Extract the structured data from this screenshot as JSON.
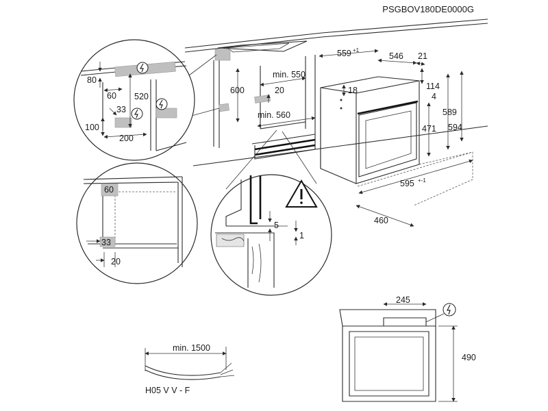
{
  "product_code": "PSGBOV180DE0000G",
  "dimensions": {
    "w559": "559",
    "w559_tol": "+1",
    "d546": "546",
    "d21": "21",
    "h114": "114",
    "h4": "4",
    "h18": "18",
    "h471": "471",
    "h589": "589",
    "h594": "594",
    "w595": "595",
    "w595_tol": "+-1",
    "d460": "460",
    "min550": "min. 550",
    "min560": "min. 560",
    "c600": "600",
    "c20": "20"
  },
  "detail_socket": {
    "d80": "80",
    "d60": "60",
    "d520": "520",
    "d33": "33",
    "d100": "100",
    "d200": "200"
  },
  "detail_vent": {
    "d60": "60",
    "d33": "33",
    "d20": "20"
  },
  "detail_gap": {
    "d5": "5",
    "d1": "1"
  },
  "cable": {
    "length": "min. 1500",
    "type": "H05 V V - F"
  },
  "side_view": {
    "d245": "245",
    "d490": "490"
  },
  "icons": [
    "electric-power-icon",
    "warning-triangle-icon"
  ]
}
